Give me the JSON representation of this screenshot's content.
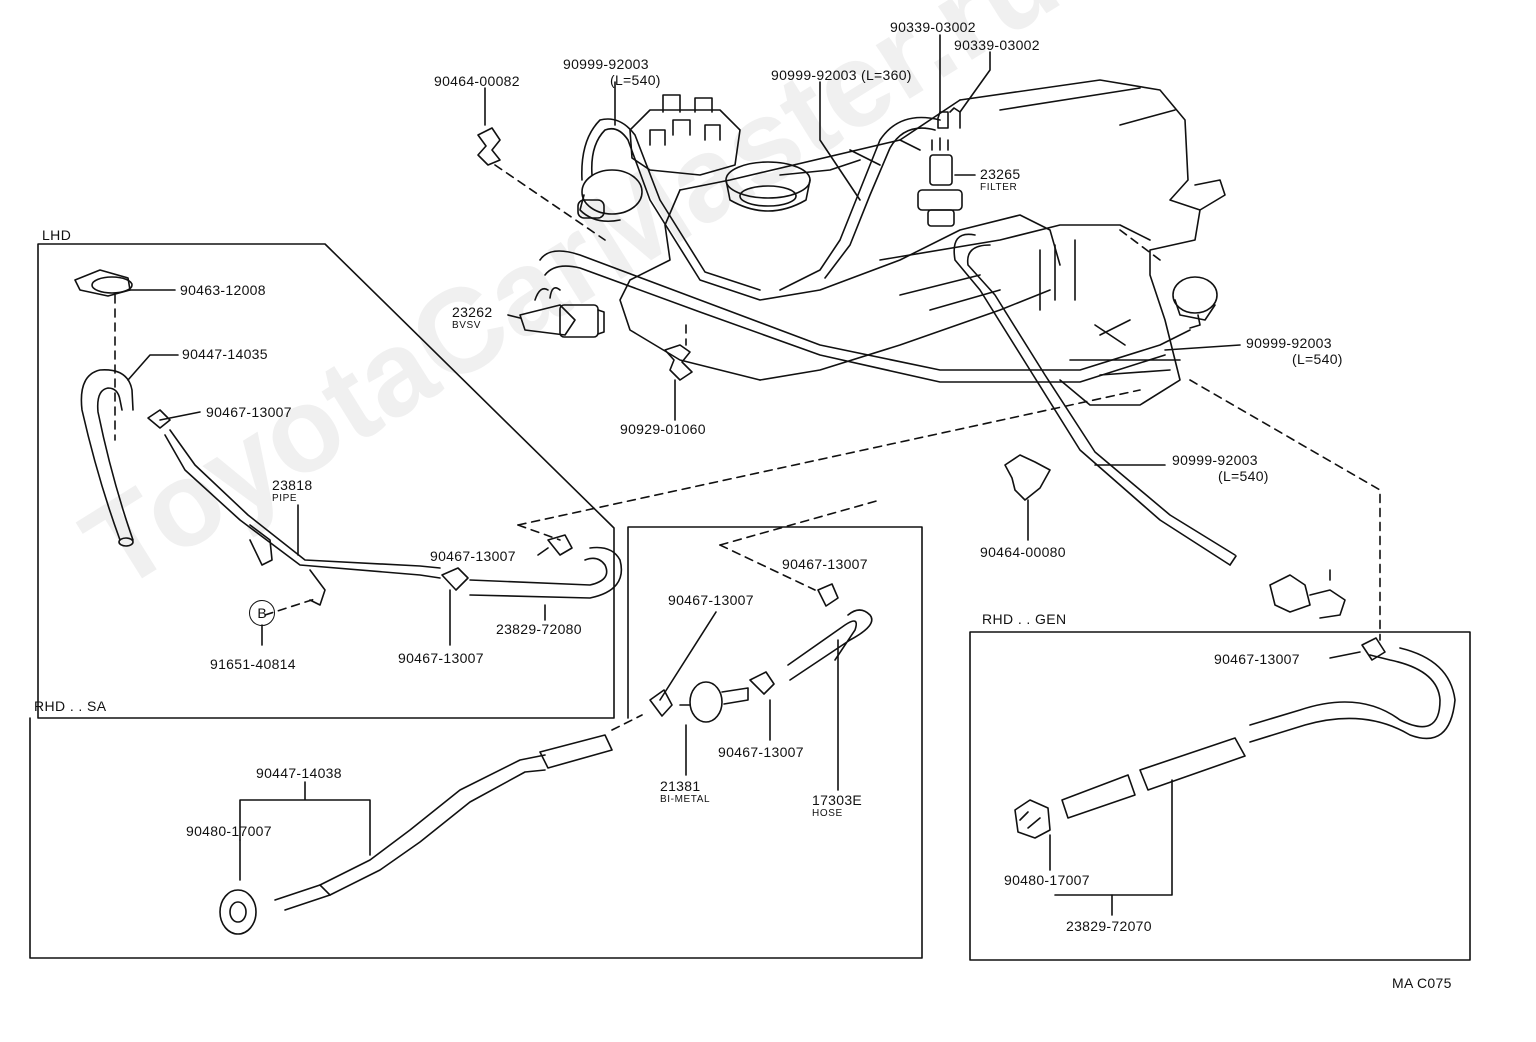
{
  "watermark": "ToyotaCarMaster.ru",
  "groups": {
    "lhd": "LHD",
    "rhd_sa": "RHD . . SA",
    "rhd_gen": "RHD . . GEN"
  },
  "figure_code": "MA C075",
  "labels": {
    "p90339_a": "90339-03002",
    "p90339_b": "90339-03002",
    "p90999_top": "90999-92003",
    "l540_top": "(L=540)",
    "p90999_360": "90999-92003 (L=360)",
    "p90464_82": "90464-00082",
    "p23265": "23265",
    "filter": "FILTER",
    "p23262": "23262",
    "bvsv": "BVSV",
    "p90999_right1": "90999-92003",
    "l540_right1": "(L=540)",
    "p90929": "90929-01060",
    "p90999_right2": "90999-92003",
    "l540_right2": "(L=540)",
    "p90464_80": "90464-00080",
    "p90463": "90463-12008",
    "p90447_14035": "90447-14035",
    "p90467_lhd1": "90467-13007",
    "p23818": "23818",
    "pipe": "PIPE",
    "p90467_lhd2": "90467-13007",
    "p23829_72080": "23829-72080",
    "p90467_lhd3": "90467-13007",
    "callout_b": "B",
    "p91651": "91651-40814",
    "p90467_sa1": "90467-13007",
    "p90467_sa2": "90467-13007",
    "p90467_sa3": "90467-13007",
    "p21381": "21381",
    "bimetal": "BI-METAL",
    "p17303e": "17303E",
    "hose": "HOSE",
    "p90447_14038": "90447-14038",
    "p90480_sa": "90480-17007",
    "p90467_gen": "90467-13007",
    "p90480_gen": "90480-17007",
    "p23829_72070": "23829-72070"
  }
}
